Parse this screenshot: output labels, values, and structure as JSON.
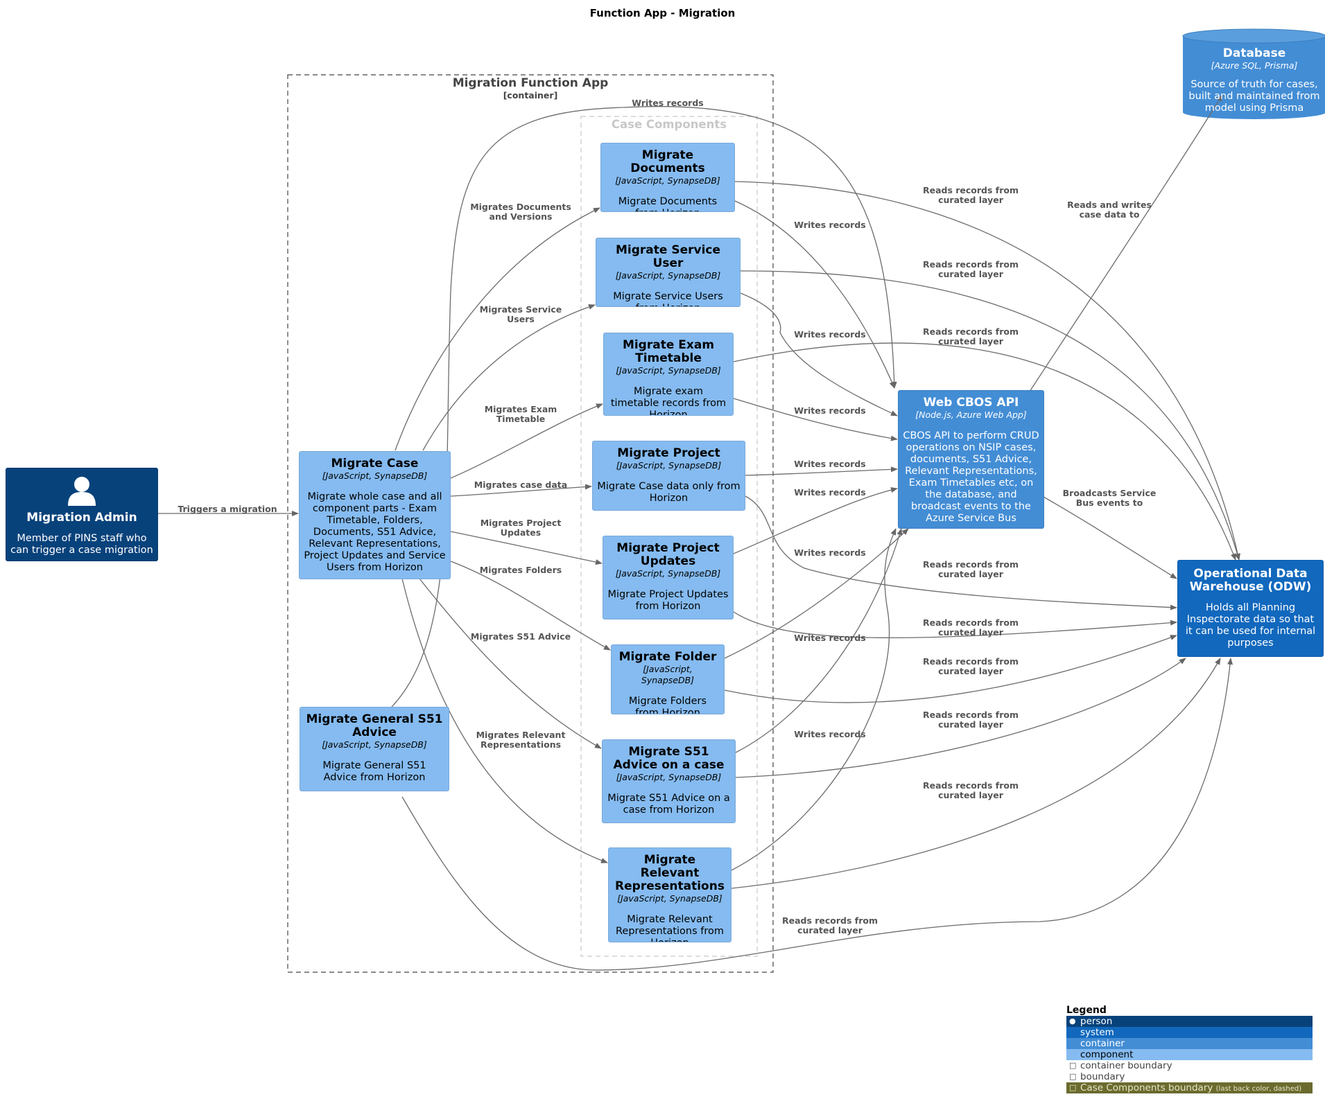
{
  "title": "Function App - Migration",
  "colors": {
    "person": "#08427B",
    "system": "#1168BD",
    "container": "#438DD5",
    "component": "#85BBF0",
    "arrow": "#666666",
    "case_boundary_legend": "#6B6B2F"
  },
  "boundaries": {
    "function_app": {
      "title": "Migration Function App",
      "type": "[container]"
    },
    "case_components": {
      "title": "Case Components"
    }
  },
  "nodes": {
    "admin": {
      "name": "Migration Admin",
      "desc": "Member of PINS staff who can trigger a case migration",
      "icon": "person-icon"
    },
    "case": {
      "name": "Migrate Case",
      "tech": "[JavaScript, SynapseDB]",
      "desc": "Migrate whole case and all component parts - Exam Timetable, Folders, Documents, S51 Advice, Relevant Representations, Project Updates and Service Users from Horizon"
    },
    "general_s51": {
      "name": "Migrate General S51 Advice",
      "tech": "[JavaScript, SynapseDB]",
      "desc": "Migrate General S51 Advice from Horizon"
    },
    "documents": {
      "name": "Migrate Documents",
      "tech": "[JavaScript, SynapseDB]",
      "desc": "Migrate Documents from Horizon"
    },
    "service_user": {
      "name": "Migrate Service User",
      "tech": "[JavaScript, SynapseDB]",
      "desc": "Migrate Service Users from Horizon"
    },
    "exam": {
      "name": "Migrate Exam Timetable",
      "tech": "[JavaScript, SynapseDB]",
      "desc": "Migrate exam timetable records from Horizon"
    },
    "project": {
      "name": "Migrate Project",
      "tech": "[JavaScript, SynapseDB]",
      "desc": "Migrate Case data only from Horizon"
    },
    "project_updates": {
      "name": "Migrate Project Updates",
      "tech": "[JavaScript, SynapseDB]",
      "desc": "Migrate Project Updates from Horizon"
    },
    "folder": {
      "name": "Migrate Folder",
      "tech": "[JavaScript, SynapseDB]",
      "desc": "Migrate Folders from Horizon"
    },
    "s51_case": {
      "name": "Migrate S51 Advice on a case",
      "tech": "[JavaScript, SynapseDB]",
      "desc": "Migrate S51 Advice on a case from Horizon"
    },
    "relreps": {
      "name": "Migrate Relevant Representations",
      "tech": "[JavaScript, SynapseDB]",
      "desc": "Migrate Relevant Representations from Horizon"
    },
    "api": {
      "name": "Web CBOS API",
      "tech": "[Node.js, Azure Web App]",
      "desc": "CBOS API to perform CRUD operations on NSIP cases, documents, S51 Advice, Relevant Representations, Exam Timetables etc, on the database, and broadcast events to the Azure Service Bus"
    },
    "database": {
      "name": "Database",
      "tech": "[Azure SQL, Prisma]",
      "desc": "Source of truth for cases, built and maintained from model using Prisma"
    },
    "odw": {
      "name": "Operational Data Warehouse (ODW)",
      "desc": "Holds all Planning Inspectorate data so that it can be used for internal purposes"
    }
  },
  "labels": {
    "triggers": "Triggers a migration",
    "migrates_docs": "Migrates Documents\nand Versions",
    "migrates_su": "Migrates Service\nUsers",
    "migrates_exam": "Migrates Exam\nTimetable",
    "migrates_case": "Migrates case data",
    "migrates_pu": "Migrates Project\nUpdates",
    "migrates_folders": "Migrates Folders",
    "migrates_s51": "Migrates S51 Advice",
    "migrates_rr": "Migrates Relevant\nRepresentations",
    "writes_top": "Writes records",
    "writes_docs": "Writes records",
    "writes_su": "Writes records",
    "writes_exam": "Writes records",
    "writes_project": "Writes records",
    "writes_pu": "Writes records",
    "writes_folder": "Writes records",
    "writes_s51": "Writes records",
    "writes_rr": "Writes records",
    "reads_1": "Reads records from\ncurated layer",
    "reads_2": "Reads records from\ncurated layer",
    "reads_3": "Reads records from\ncurated layer",
    "reads_4": "Reads records from\ncurated layer",
    "reads_5": "Reads records from\ncurated layer",
    "reads_6": "Reads records from\ncurated layer",
    "reads_7": "Reads records from\ncurated layer",
    "reads_8": "Reads records from\ncurated layer",
    "reads_9": "Reads records from\ncurated layer",
    "reads_writes_db": "Reads and writes\ncase data to",
    "broadcasts": "Broadcasts Service\nBus events to"
  },
  "legend": {
    "title": "Legend",
    "items": [
      {
        "label": "person",
        "icon": "person-icon",
        "color": "#08427B",
        "text_color": "#ffffff"
      },
      {
        "label": "system",
        "icon": "",
        "color": "#1168BD",
        "text_color": "#ffffff"
      },
      {
        "label": "container",
        "icon": "",
        "color": "#438DD5",
        "text_color": "#ffffff"
      },
      {
        "label": "component",
        "icon": "",
        "color": "#85BBF0",
        "text_color": "#000000"
      },
      {
        "label": "container boundary",
        "icon": "boundary-icon",
        "color": "",
        "text_color": "#444444"
      },
      {
        "label": "boundary",
        "icon": "boundary-icon",
        "color": "",
        "text_color": "#444444"
      },
      {
        "label": "Case Components boundary",
        "note": "(last back color, dashed)",
        "icon": "boundary-icon",
        "color": "#6B6B2F",
        "text_color": "#E8E8C8"
      }
    ]
  }
}
